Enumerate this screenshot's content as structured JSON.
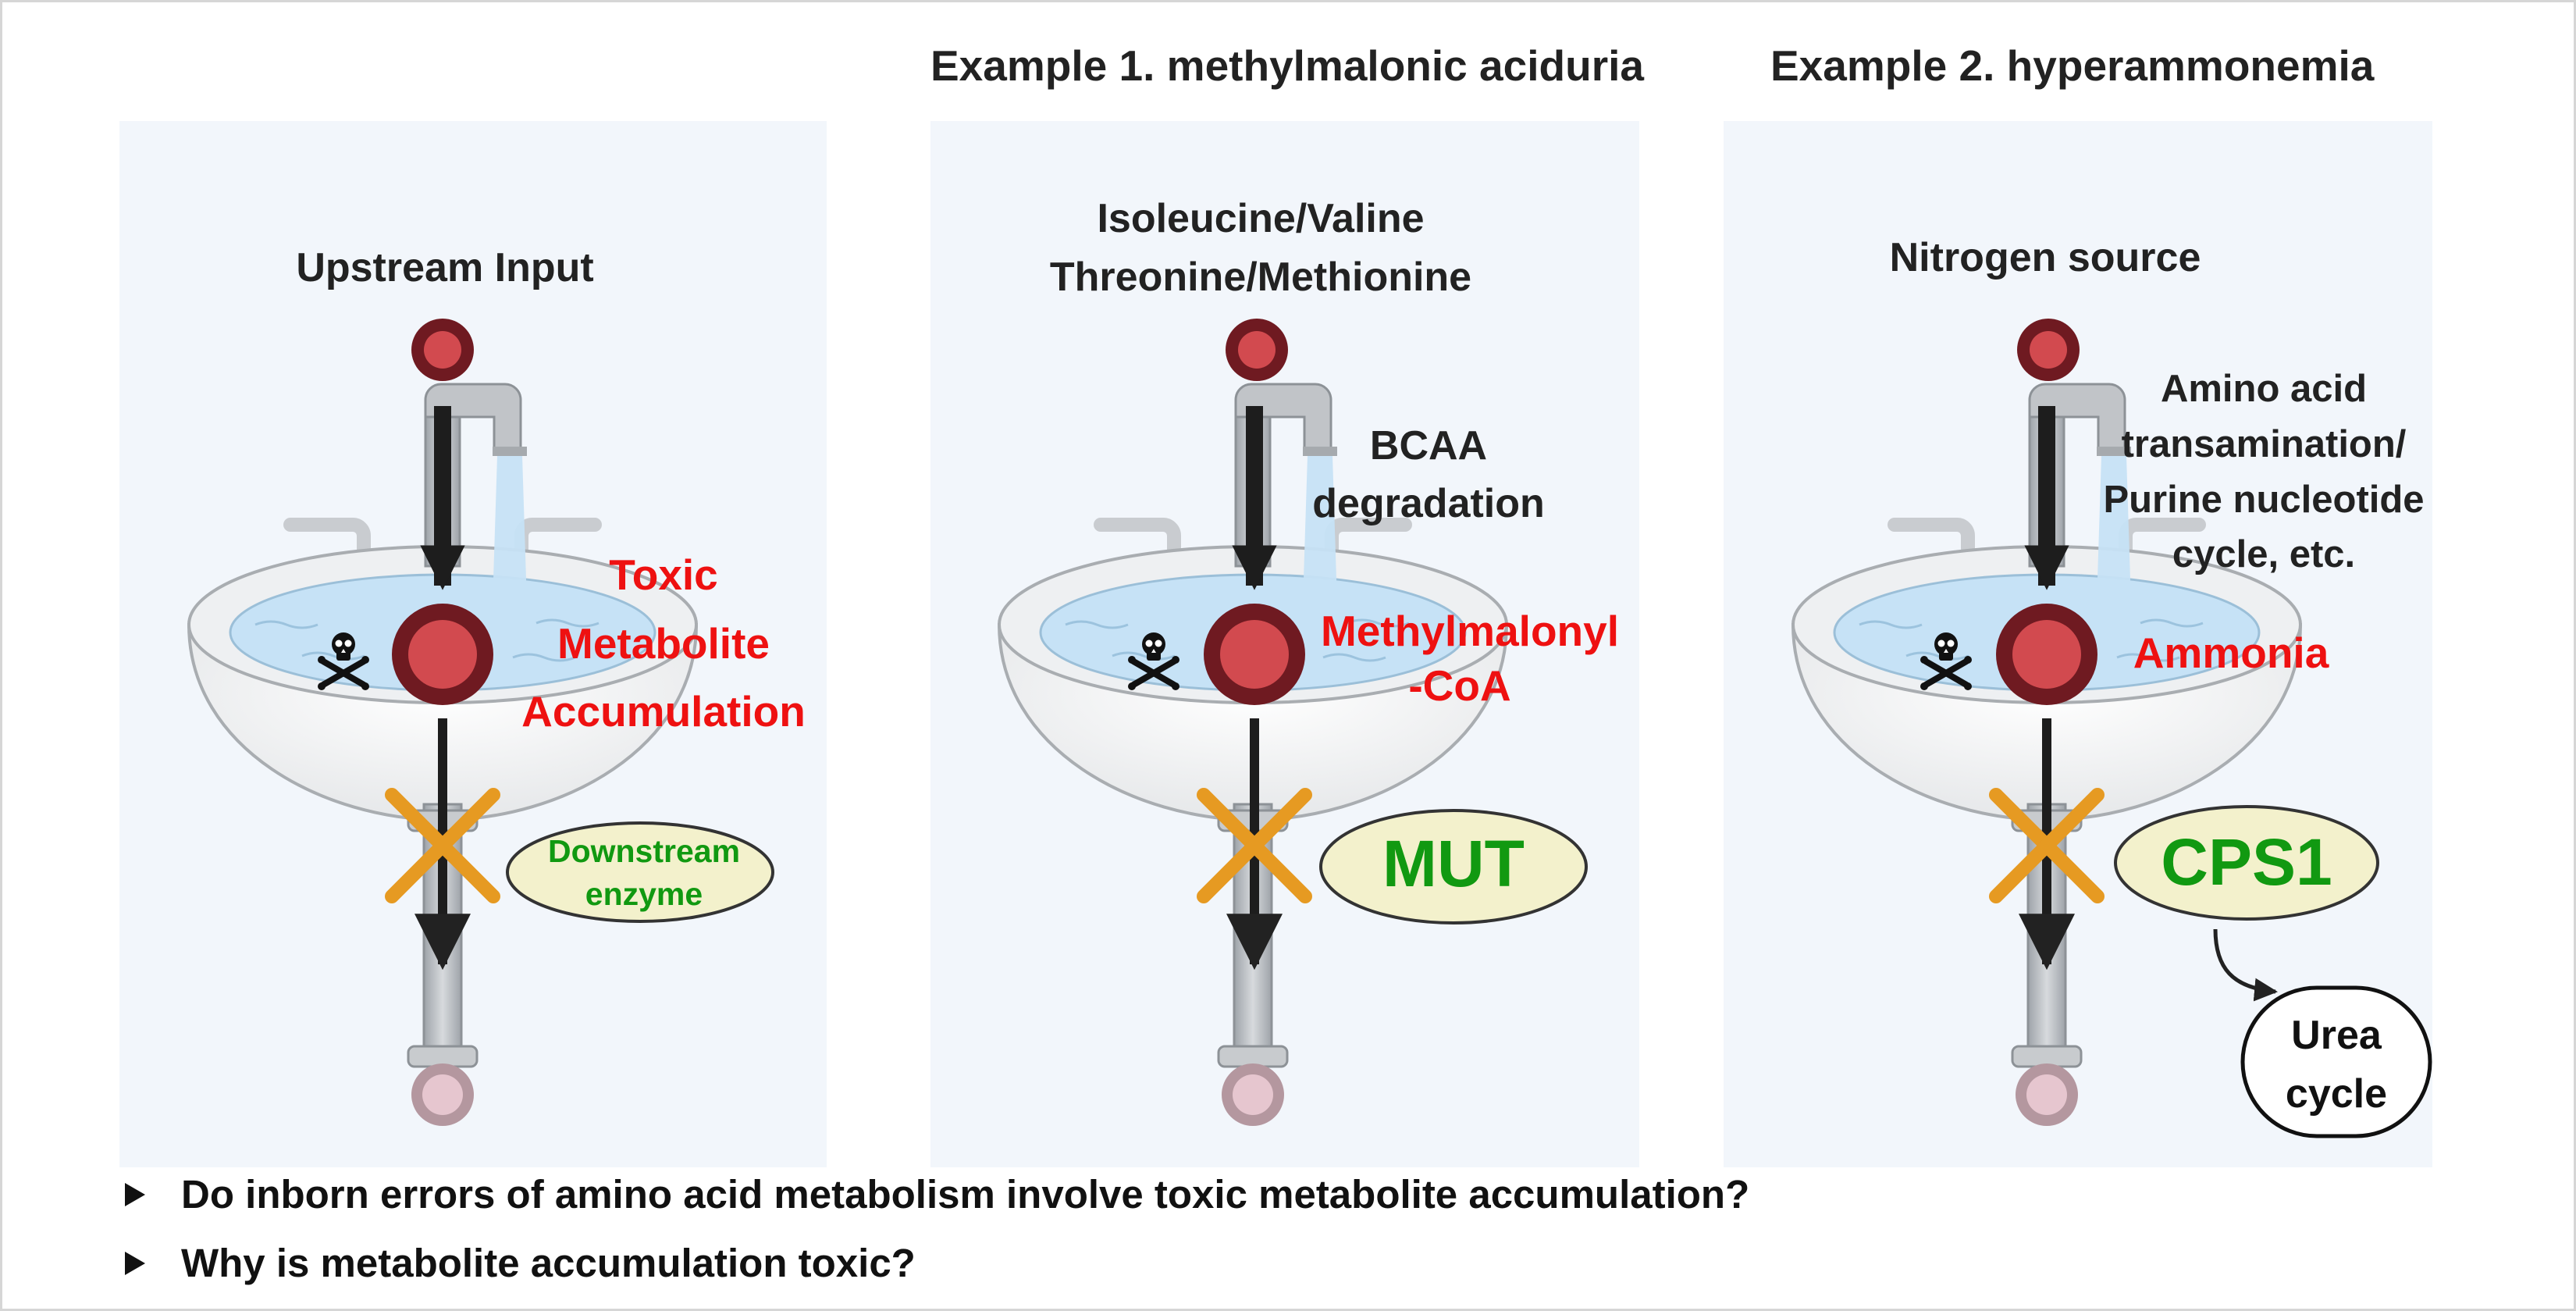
{
  "headers": {
    "example1": "Example 1. methylmalonic aciduria",
    "example2": "Example 2. hyperammonemia"
  },
  "panel_general": {
    "input": "Upstream Input",
    "toxic": [
      "Toxic",
      "Metabolite",
      "Accumulation"
    ],
    "enzyme": [
      "Downstream",
      "enzyme"
    ]
  },
  "panel_mma": {
    "input": [
      "Isoleucine/Valine",
      "Threonine/Methionine"
    ],
    "pathway": [
      "BCAA",
      "degradation"
    ],
    "metabolite": [
      "Methylmalonyl",
      "-CoA"
    ],
    "enzyme": "MUT"
  },
  "panel_ha": {
    "input": "Nitrogen source",
    "pathway": [
      "Amino acid",
      "transamination/",
      "Purine nucleotide",
      "cycle, etc."
    ],
    "metabolite": "Ammonia",
    "enzyme": "CPS1",
    "product": [
      "Urea",
      "cycle"
    ]
  },
  "questions": [
    "Do inborn errors of amino acid metabolism involve toxic metabolite accumulation?",
    "Why is metabolite accumulation toxic?"
  ],
  "icons": [
    "skull-crossbones-icon",
    "sink-icon",
    "faucet-icon",
    "block-cross-icon",
    "bullet-triangle-icon"
  ],
  "colors": {
    "panel_bg": "#f2f6fb",
    "toxic_red": "#ee1111",
    "enzyme_green": "#119911",
    "enzyme_fill": "#f3f1cc",
    "metabolite_dark": "#6f1a21",
    "metabolite_light": "#d24a4f",
    "block_orange": "#e69a22",
    "water_blue": "#c6e2f6"
  }
}
